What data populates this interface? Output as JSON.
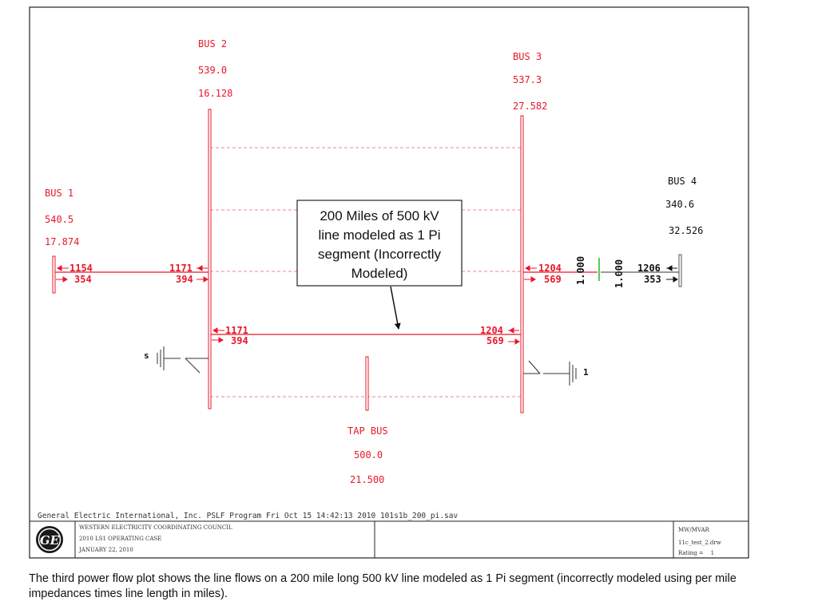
{
  "colors": {
    "accent": "#e8182a",
    "busbar": "#f2a0a0",
    "dashed": "#ee8888",
    "ink": "#111111"
  },
  "buses": {
    "bus1": {
      "name": "BUS 1",
      "voltage": "540.5",
      "angle": "17.874"
    },
    "bus2": {
      "name": "BUS 2",
      "voltage": "539.0",
      "angle": "16.128"
    },
    "bus3": {
      "name": "BUS 3",
      "voltage": "537.3",
      "angle": "27.582"
    },
    "bus4": {
      "name": "BUS 4",
      "voltage": "340.6",
      "angle": "32.526"
    },
    "tap": {
      "name": "TAP BUS",
      "voltage": "500.0",
      "angle": "21.500"
    }
  },
  "flows": {
    "b1_b2_mw_from": "1154",
    "b1_b2_mvar_from": "354",
    "b1_b2_mw_to": "1171",
    "b1_b2_mvar_to": "394",
    "pi_mw_from": "1171",
    "pi_mvar_from": "394",
    "pi_mw_to": "1204",
    "pi_mvar_to": "569",
    "b3_tx_mw": "1204",
    "b3_tx_mvar": "569",
    "b4_tx_mw": "1206",
    "b4_tx_mvar": "353"
  },
  "transformer": {
    "tap1": "1.000",
    "tap2": "1.000"
  },
  "generators": {
    "bus2_gen_label": "s",
    "bus3_gen_label": "1"
  },
  "callout": {
    "line1": "200 Miles of 500 kV",
    "line2": "line modeled as 1 Pi",
    "line3": "segment (Incorrectly",
    "line4": "Modeled)"
  },
  "footer": {
    "program_line": "General Electric International, Inc.  PSLF Program   Fri Oct 15 14:42:13 2010   101s1b_200_pi.sav",
    "council": "WESTERN ELECTRICITY COORDINATING COUNCIL",
    "case": "2010 LS1 OPERATING CASE",
    "date": "JANUARY 22, 2010",
    "units": "MW/MVAR",
    "drawing": "11c_test_2.drw",
    "rating": "Rating =    1",
    "logo_text": "GE"
  },
  "caption": "The third power flow plot shows the line flows on a 200 mile long 500 kV line modeled as 1 Pi segment (incorrectly modeled using per mile impedances times line length in miles)."
}
